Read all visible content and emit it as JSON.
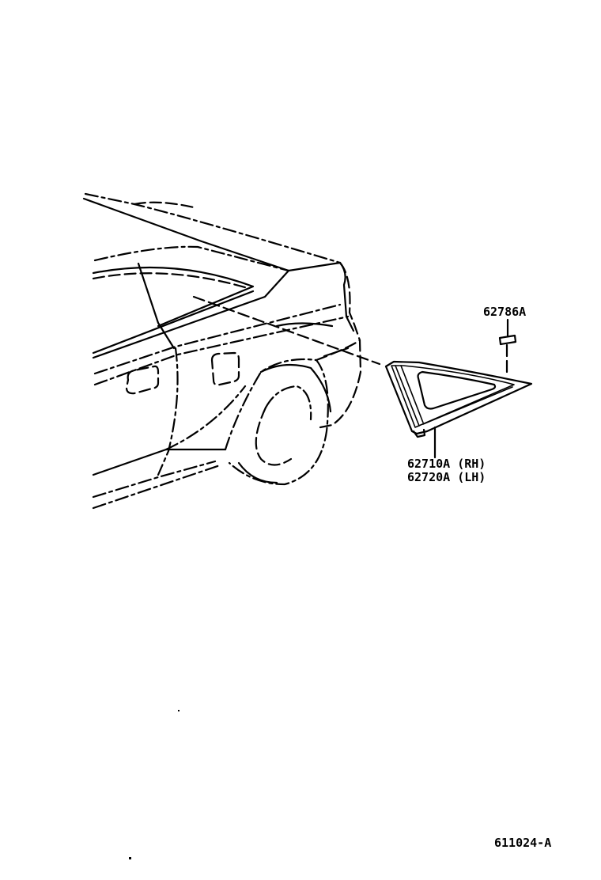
{
  "diagram": {
    "type": "exploded parts diagram",
    "subject": "Rear quarter window glass",
    "parts": [
      {
        "part_number": "62786A",
        "description": "clip"
      },
      {
        "part_number": "62710A",
        "side": "(RH)",
        "label": "62710A (RH)"
      },
      {
        "part_number": "62720A",
        "side": "(LH)",
        "label": "62720A (LH)"
      }
    ],
    "figure_id": "611024-A"
  },
  "labels": {
    "clip": "62786A",
    "glass_rh": "62710A (RH)",
    "glass_lh": "62720A (LH)",
    "figure_id": "611024-A"
  }
}
